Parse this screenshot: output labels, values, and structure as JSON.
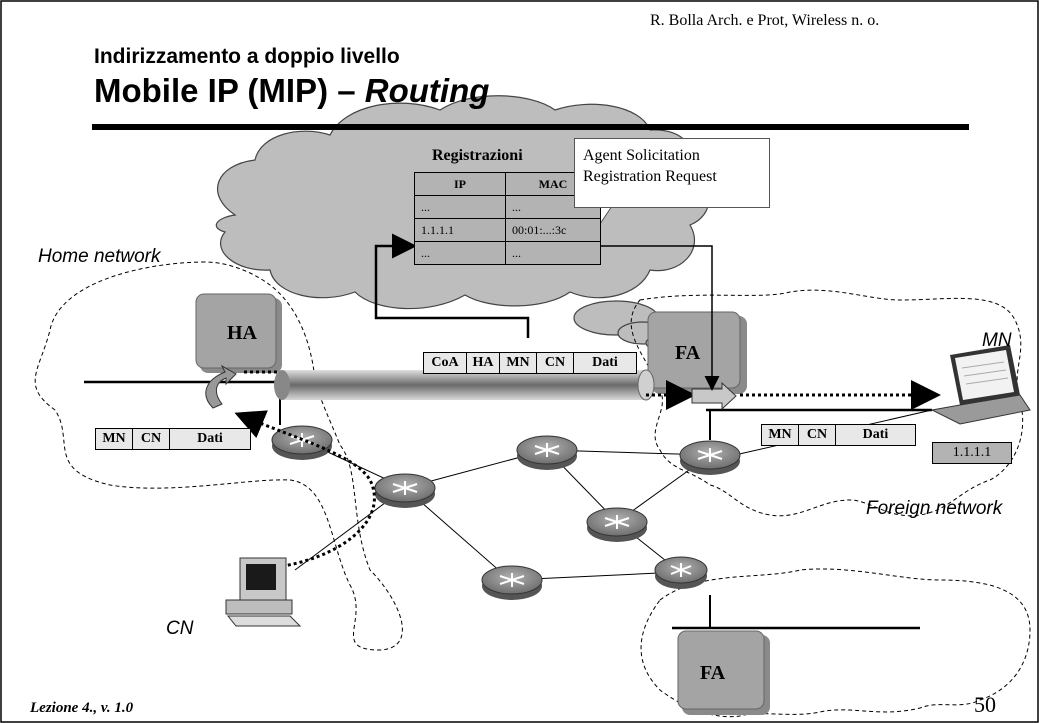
{
  "header": {
    "author": "R. Bolla Arch. e Prot, Wireless n. o.",
    "subtitle": "Indirizzamento a doppio livello",
    "title_main": "Mobile IP (MIP) – ",
    "title_italic": "Routing"
  },
  "footer": {
    "lesson": "Lezione 4., v. 1.0",
    "page": "50"
  },
  "labels": {
    "home_network": "Home network",
    "foreign_network": "Foreign network",
    "mn": "MN",
    "cn": "CN",
    "ha": "HA",
    "fa": "FA",
    "fa_bottom": "FA",
    "mn_ip": "1.1.1.1"
  },
  "callout": {
    "line1": "Agent Solicitation",
    "line2": "Registration Request"
  },
  "registry": {
    "title": "Registrazioni",
    "headers": [
      "IP",
      "MAC"
    ],
    "rows": [
      [
        "...",
        "..."
      ],
      [
        "1.1.1.1",
        "00:01:...:3c"
      ],
      [
        "...",
        "..."
      ]
    ]
  },
  "packets": {
    "home": [
      "MN",
      "CN",
      "Dati"
    ],
    "tunnel": [
      "CoA",
      "HA",
      "MN",
      "CN",
      "Dati"
    ],
    "foreign": [
      "MN",
      "CN",
      "Dati"
    ]
  }
}
